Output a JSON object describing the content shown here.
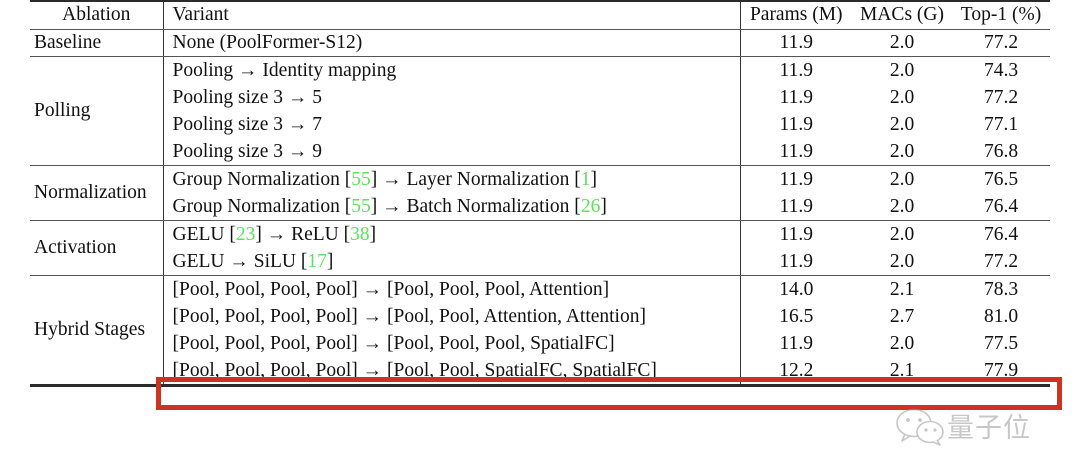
{
  "table": {
    "headers": {
      "ablation": "Ablation",
      "variant": "Variant",
      "params": "Params (M)",
      "macs": "MACs (G)",
      "top1": "Top-1 (%)"
    },
    "groups": [
      {
        "label": "Baseline",
        "rows": [
          {
            "variant_pre": "None (PoolFormer-S12)",
            "params": "11.9",
            "macs": "2.0",
            "top1": "77.2"
          }
        ]
      },
      {
        "label": "Polling",
        "rows": [
          {
            "variant_pre": "Pooling → Identity mapping",
            "params": "11.9",
            "macs": "2.0",
            "top1": "74.3"
          },
          {
            "variant_pre": "Pooling size 3 → 5",
            "params": "11.9",
            "macs": "2.0",
            "top1": "77.2"
          },
          {
            "variant_pre": "Pooling size 3 → 7",
            "params": "11.9",
            "macs": "2.0",
            "top1": "77.1"
          },
          {
            "variant_pre": "Pooling size 3 → 9",
            "params": "11.9",
            "macs": "2.0",
            "top1": "76.8"
          }
        ]
      },
      {
        "label": "Normalization",
        "rows": [
          {
            "variant_pre": "Group Normalization [",
            "cite1": "55",
            "variant_mid": "] → Layer Normalization [",
            "cite2": "1",
            "variant_post": "]",
            "params": "11.9",
            "macs": "2.0",
            "top1": "76.5"
          },
          {
            "variant_pre": "Group Normalization [",
            "cite1": "55",
            "variant_mid": "] → Batch Normalization [",
            "cite2": "26",
            "variant_post": "]",
            "params": "11.9",
            "macs": "2.0",
            "top1": "76.4"
          }
        ]
      },
      {
        "label": "Activation",
        "rows": [
          {
            "variant_pre": "GELU [",
            "cite1": "23",
            "variant_mid": "] → ReLU [",
            "cite2": "38",
            "variant_post": "]",
            "params": "11.9",
            "macs": "2.0",
            "top1": "76.4"
          },
          {
            "variant_pre": "GELU → SiLU [",
            "cite1": "17",
            "variant_mid": "]",
            "params": "11.9",
            "macs": "2.0",
            "top1": "77.2"
          }
        ]
      },
      {
        "label": "Hybrid Stages",
        "rows": [
          {
            "variant_pre": "[Pool, Pool, Pool, Pool] → [Pool, Pool, Pool, Attention]",
            "params": "14.0",
            "macs": "2.1",
            "top1": "78.3"
          },
          {
            "variant_pre": "[Pool, Pool, Pool, Pool] → [Pool, Pool, Attention, Attention]",
            "params": "16.5",
            "macs": "2.7",
            "top1": "81.0",
            "highlighted": true
          },
          {
            "variant_pre": "[Pool, Pool, Pool, Pool] → [Pool, Pool, Pool, SpatialFC]",
            "params": "11.9",
            "macs": "2.0",
            "top1": "77.5"
          },
          {
            "variant_pre": "[Pool, Pool, Pool, Pool] → [Pool, Pool, SpatialFC, SpatialFC]",
            "params": "12.2",
            "macs": "2.1",
            "top1": "77.9"
          }
        ]
      }
    ]
  },
  "annotations": {
    "highlight_color": "#cc3323",
    "citation_color": "#5fe05f"
  },
  "watermark": {
    "text": "量子位",
    "logo": "wechat-logo"
  }
}
